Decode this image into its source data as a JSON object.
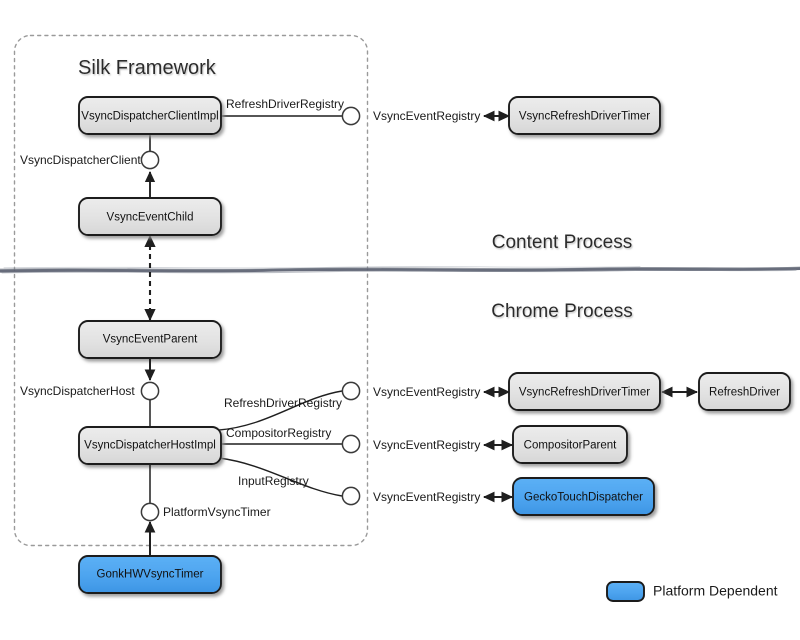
{
  "diagram": {
    "group": {
      "title": "Silk Framework"
    },
    "processes": {
      "top": "Content Process",
      "bottom": "Chrome Process"
    },
    "legend": {
      "label": "Platform Dependent",
      "swatch_color": "#4da4ef"
    },
    "colors": {
      "node_fill": "#e2e2e2",
      "node_stroke": "#1b1b1b",
      "platform_fill": "#4da4ef",
      "line": "#1f1f1f",
      "dashed_group": "#8f8f8f",
      "text": "#111111"
    },
    "nodes": [
      {
        "id": "vsync-dispatcher-client-impl",
        "label": "VsyncDispatcherClientImpl",
        "kind": "standard"
      },
      {
        "id": "vsync-event-child",
        "label": "VsyncEventChild",
        "kind": "standard"
      },
      {
        "id": "vsync-event-parent",
        "label": "VsyncEventParent",
        "kind": "standard"
      },
      {
        "id": "vsync-dispatcher-host-impl",
        "label": "VsyncDispatcherHostImpl",
        "kind": "standard"
      },
      {
        "id": "gonk-hw-vsync-timer",
        "label": "GonkHWVsyncTimer",
        "kind": "platform"
      },
      {
        "id": "vsync-refresh-driver-timer-content",
        "label": "VsyncRefreshDriverTimer",
        "kind": "standard"
      },
      {
        "id": "vsync-refresh-driver-timer-chrome",
        "label": "VsyncRefreshDriverTimer",
        "kind": "standard"
      },
      {
        "id": "refresh-driver",
        "label": "RefreshDriver",
        "kind": "standard"
      },
      {
        "id": "compositor-parent",
        "label": "CompositorParent",
        "kind": "standard"
      },
      {
        "id": "gecko-touch-dispatcher",
        "label": "GeckoTouchDispatcher",
        "kind": "platform"
      }
    ],
    "interface_labels": [
      {
        "id": "refresh-driver-registry-top",
        "text": "RefreshDriverRegistry"
      },
      {
        "id": "vsync-dispatcher-client",
        "text": "VsyncDispatcherClient"
      },
      {
        "id": "vsync-dispatcher-host",
        "text": "VsyncDispatcherHost"
      },
      {
        "id": "refresh-driver-registry-bottom",
        "text": "RefreshDriverRegistry"
      },
      {
        "id": "compositor-registry",
        "text": "CompositorRegistry"
      },
      {
        "id": "input-registry",
        "text": "InputRegistry"
      },
      {
        "id": "platform-vsync-timer",
        "text": "PlatformVsyncTimer"
      }
    ],
    "registry_labels": [
      {
        "id": "vsync-event-registry-content",
        "text": "VsyncEventRegistry"
      },
      {
        "id": "vsync-event-registry-refresh",
        "text": "VsyncEventRegistry"
      },
      {
        "id": "vsync-event-registry-compositor",
        "text": "VsyncEventRegistry"
      },
      {
        "id": "vsync-event-registry-input",
        "text": "VsyncEventRegistry"
      }
    ]
  }
}
